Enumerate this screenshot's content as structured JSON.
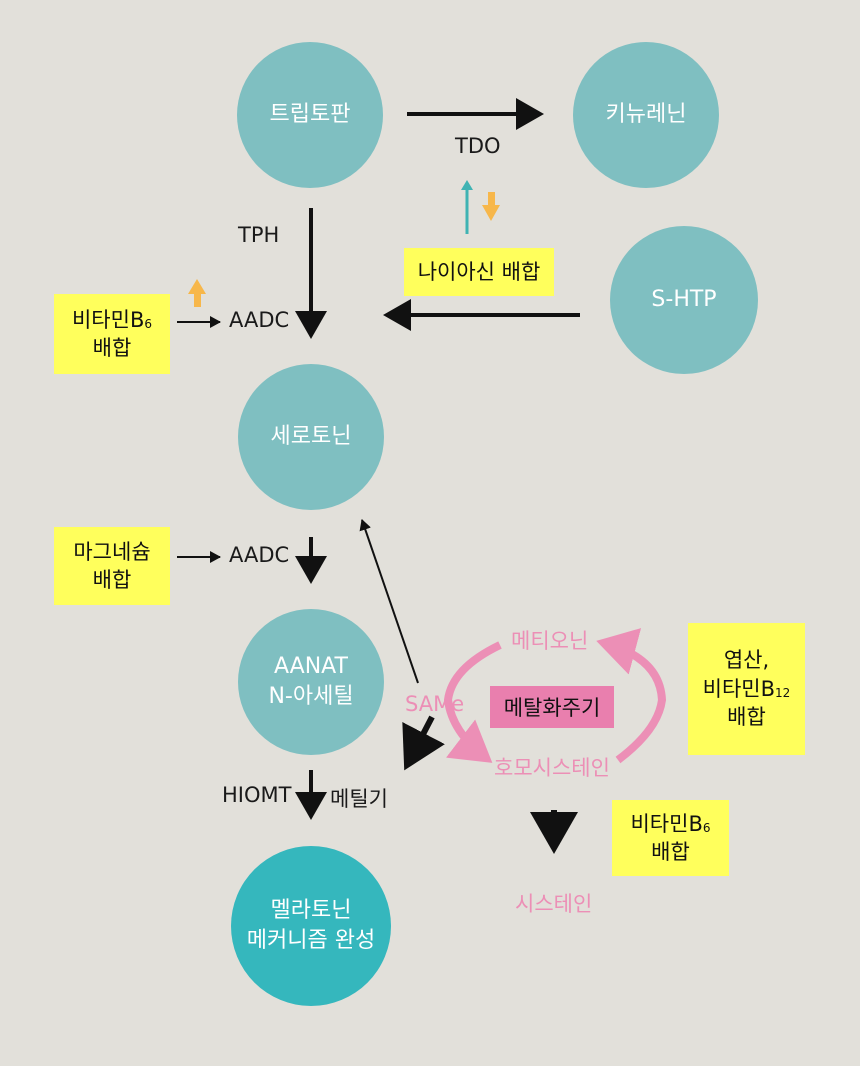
{
  "nodes": {
    "tryptophan": "트립토판",
    "kynurenine": "키뉴레닌",
    "shtp": "S-HTP",
    "serotonin": "세로토닌",
    "aanat_line1": "AANAT",
    "aanat_line2": "N-아세틸",
    "melatonin_line1": "멜라토닌",
    "melatonin_line2": "메커니즘 완성"
  },
  "enzymes": {
    "tdo": "TDO",
    "tph": "TPH",
    "aadc_top": "AADC",
    "aadc_mid": "AADC",
    "hiomt": "HIOMT",
    "methyl": "메틸기"
  },
  "notes": {
    "niacin": "나이아신 배합",
    "vitb6_top_line1": "비타민B",
    "vitb6_top_sub": "6",
    "vitb6_top_line2": "배합",
    "magnesium_line1": "마그네슘",
    "magnesium_line2": "배합",
    "folate_line1": "엽산,",
    "folate_line2": "비타민B",
    "folate_sub": "12",
    "folate_line3": "배합",
    "vitb6_bottom_line1": "비타민B",
    "vitb6_bottom_sub": "6",
    "vitb6_bottom_line2": "배합"
  },
  "cycle": {
    "methionine": "메티오닌",
    "same": "SAMe",
    "center": "메탈화주기",
    "homocysteine": "호모시스테인",
    "cysteine": "시스테인"
  },
  "colors": {
    "node": "#7fbfc1",
    "node_final": "#35b7bd",
    "note": "#ffff5c",
    "pink": "#ec8fb6",
    "orange": "#f7b74a",
    "teal_arrow": "#3fb3b3",
    "background": "#e2e0da"
  }
}
